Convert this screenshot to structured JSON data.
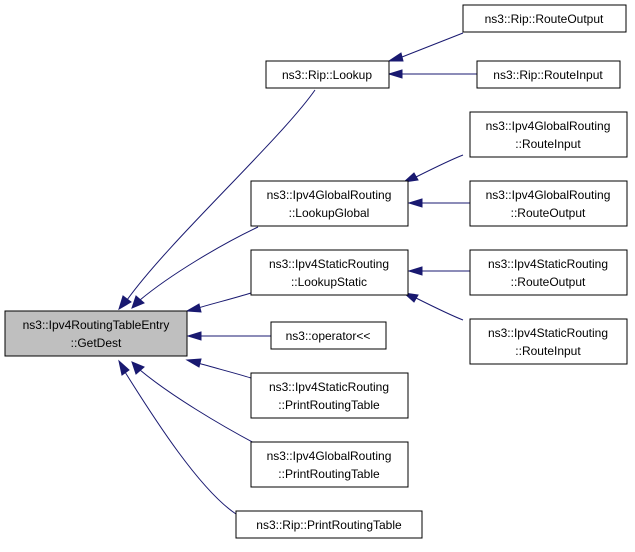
{
  "colors": {
    "edge": "#191970",
    "root_fill": "#bfbfbf",
    "node_fill": "#ffffff",
    "node_stroke": "#000000"
  },
  "nodes": {
    "getdest": [
      "ns3::Ipv4RoutingTableEntry",
      "::GetDest"
    ],
    "rip_lookup": [
      "ns3::Rip::Lookup"
    ],
    "rip_routeoutput": [
      "ns3::Rip::RouteOutput"
    ],
    "rip_routeinput": [
      "ns3::Rip::RouteInput"
    ],
    "global_routeinput": [
      "ns3::Ipv4GlobalRouting",
      "::RouteInput"
    ],
    "global_lookupglobal": [
      "ns3::Ipv4GlobalRouting",
      "::LookupGlobal"
    ],
    "global_routeoutput": [
      "ns3::Ipv4GlobalRouting",
      "::RouteOutput"
    ],
    "static_lookupstatic": [
      "ns3::Ipv4StaticRouting",
      "::LookupStatic"
    ],
    "static_routeoutput": [
      "ns3::Ipv4StaticRouting",
      "::RouteOutput"
    ],
    "static_routeinput": [
      "ns3::Ipv4StaticRouting",
      "::RouteInput"
    ],
    "operator_lshift": [
      "ns3::operator<<"
    ],
    "static_printroutingtable": [
      "ns3::Ipv4StaticRouting",
      "::PrintRoutingTable"
    ],
    "global_printroutingtable": [
      "ns3::Ipv4GlobalRouting",
      "::PrintRoutingTable"
    ],
    "rip_printroutingtable": [
      "ns3::Rip::PrintRoutingTable"
    ]
  },
  "edges": [
    {
      "from": "rip_lookup",
      "to": "getdest"
    },
    {
      "from": "global_lookupglobal",
      "to": "getdest"
    },
    {
      "from": "static_lookupstatic",
      "to": "getdest"
    },
    {
      "from": "operator_lshift",
      "to": "getdest"
    },
    {
      "from": "static_printroutingtable",
      "to": "getdest"
    },
    {
      "from": "global_printroutingtable",
      "to": "getdest"
    },
    {
      "from": "rip_printroutingtable",
      "to": "getdest"
    },
    {
      "from": "rip_routeoutput",
      "to": "rip_lookup"
    },
    {
      "from": "rip_routeinput",
      "to": "rip_lookup"
    },
    {
      "from": "global_routeinput",
      "to": "global_lookupglobal"
    },
    {
      "from": "global_routeoutput",
      "to": "global_lookupglobal"
    },
    {
      "from": "static_routeoutput",
      "to": "static_lookupstatic"
    },
    {
      "from": "static_routeinput",
      "to": "static_lookupstatic"
    }
  ]
}
